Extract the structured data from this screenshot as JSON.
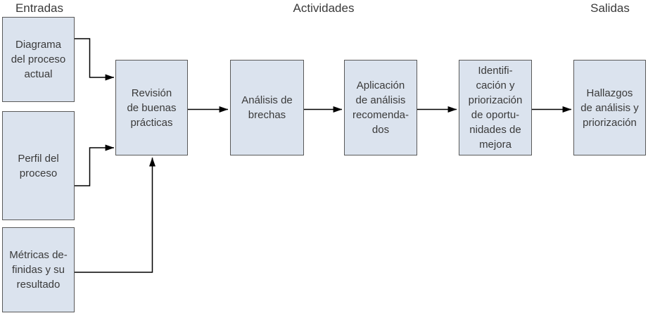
{
  "diagram": {
    "headers": {
      "inputs": "Entradas",
      "activities": "Actividades",
      "outputs": "Salidas"
    },
    "inputs": [
      "Diagrama\ndel proceso\nactual",
      "Perfil del\nproceso",
      "Métricas de-\nfinidas y su\nresultado"
    ],
    "activities": [
      "Revisión\nde buenas\nprácticas",
      "Análisis de\nbrechas",
      "Aplicación\nde análisis\nrecomenda-\ndos",
      "Identifi-\ncación y\npriorización\nde oportu-\nnidades de\nmejora"
    ],
    "outputs": [
      "Hallazgos\nde análisis y\npriorización"
    ],
    "colors": {
      "background": "#ffffff",
      "box_fill": "#dbe3ee",
      "box_border": "#595959",
      "text": "#3a3a3a",
      "arrow": "#000000"
    }
  }
}
